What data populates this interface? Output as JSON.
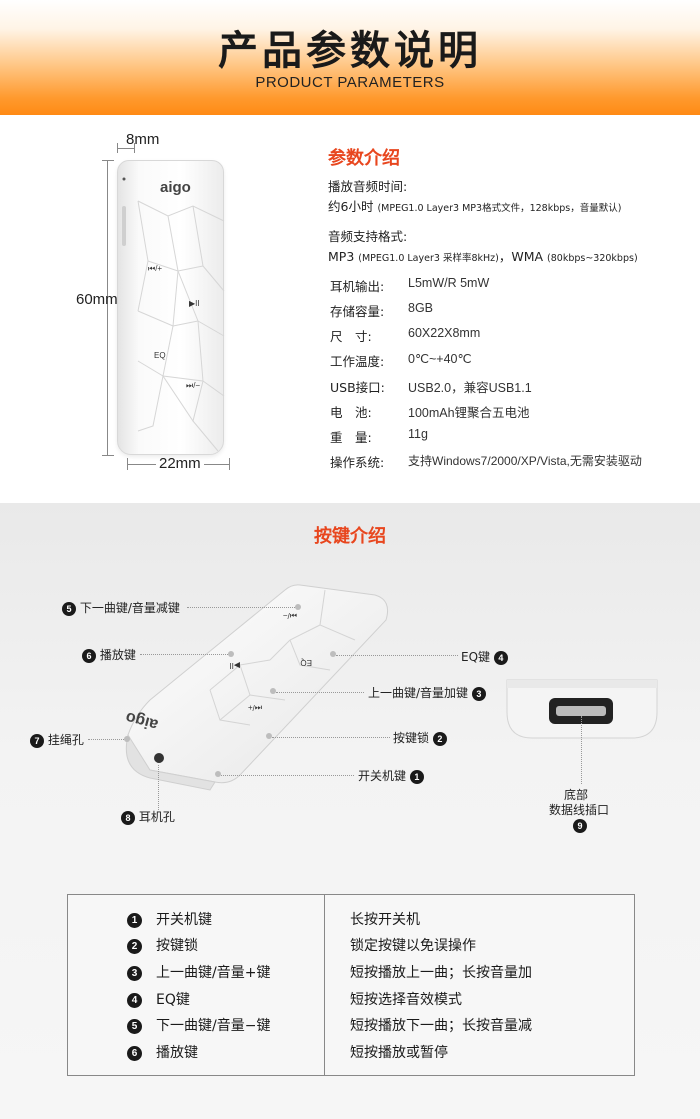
{
  "header": {
    "title": "产品参数说明",
    "subtitle": "PRODUCT PARAMETERS"
  },
  "device": {
    "dim_thickness": "8mm",
    "dim_height": "60mm",
    "dim_width": "22mm",
    "logo": "aigo",
    "btn_prev": "⏮/+",
    "btn_play": "▶II",
    "btn_eq": "EQ",
    "btn_next": "⏭/−"
  },
  "params": {
    "title": "参数介绍",
    "playback_label": "播放音频时间:",
    "playback_value_main": "约6小时",
    "playback_value_note": "(MPEG1.0 Layer3 MP3格式文件，128kbps，音量默认)",
    "format_label": "音频支持格式:",
    "format_mp3": "MP3",
    "format_mp3_note": "(MPEG1.0 Layer3 采样率8kHz)",
    "format_sep": "，",
    "format_wma": "WMA",
    "format_wma_note": "(80kbps~320kbps)",
    "rows": [
      {
        "label": "耳机输出:",
        "value": "L5mW/R 5mW"
      },
      {
        "label": "存储容量:",
        "value": "8GB"
      },
      {
        "label": "尺　寸:",
        "value": "60X22X8mm"
      },
      {
        "label": "工作温度:",
        "value": "0℃~+40℃"
      },
      {
        "label": "USB接口:",
        "value": "USB2.0，兼容USB1.1"
      },
      {
        "label": "电　池:",
        "value": "100mAh锂聚合五电池"
      },
      {
        "label": "重　量:",
        "value": "11g"
      },
      {
        "label": "操作系统:",
        "value": "支持Windows7/2000/XP/Vista,无需安装驱动"
      }
    ]
  },
  "buttons": {
    "title": "按键介绍",
    "callouts": {
      "c5": {
        "num": "5",
        "text": "下一曲键/音量减键"
      },
      "c6": {
        "num": "6",
        "text": "播放键"
      },
      "c4": {
        "num": "4",
        "text": "EQ键"
      },
      "c3": {
        "num": "3",
        "text": "上一曲键/音量加键"
      },
      "c7": {
        "num": "7",
        "text": "挂绳孔"
      },
      "c2": {
        "num": "2",
        "text": "按键锁"
      },
      "c1": {
        "num": "1",
        "text": "开关机键"
      },
      "c8": {
        "num": "8",
        "text": "耳机孔"
      },
      "c9_line1": "底部",
      "c9_line2": "数据线插口",
      "c9_num": "9"
    }
  },
  "table": {
    "rows": [
      {
        "num": "1",
        "name": "开关机键",
        "desc": "长按开关机"
      },
      {
        "num": "2",
        "name": "按键锁",
        "desc": "锁定按键以免误操作"
      },
      {
        "num": "3",
        "name": "上一曲键/音量+键",
        "desc": "短按播放上一曲；长按音量加"
      },
      {
        "num": "4",
        "name": "EQ键",
        "desc": "短按选择音效模式"
      },
      {
        "num": "5",
        "name": "下一曲键/音量−键",
        "desc": "短按播放下一曲；长按音量减"
      },
      {
        "num": "6",
        "name": "播放键",
        "desc": "短按播放或暂停"
      }
    ]
  }
}
